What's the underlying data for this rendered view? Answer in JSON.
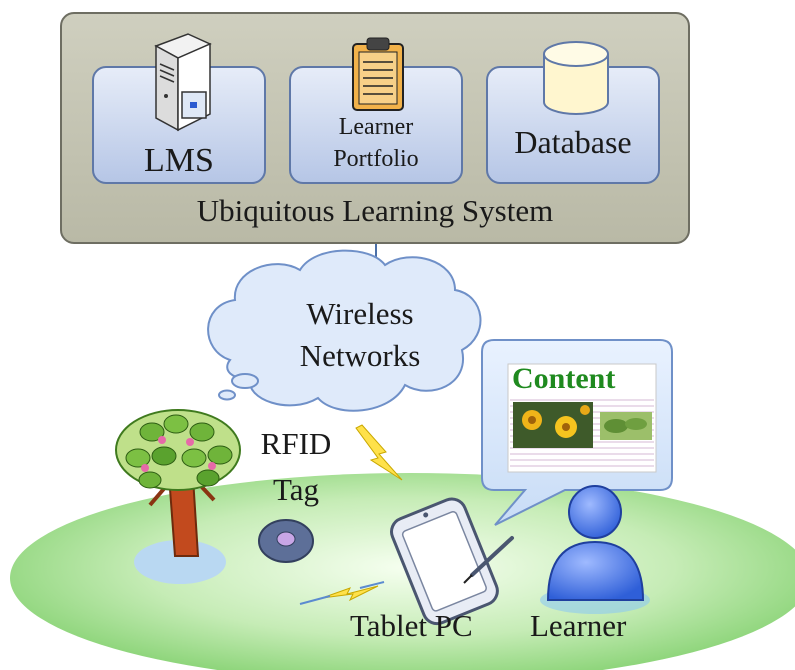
{
  "system": {
    "title": "Ubiquitous Learning System",
    "modules": [
      {
        "label": "LMS"
      },
      {
        "label_lines": [
          "Learner",
          "Portfolio"
        ]
      },
      {
        "label": "Database"
      }
    ]
  },
  "network": {
    "label_lines": [
      "Wireless",
      "Networks"
    ]
  },
  "rfid": {
    "label_lines": [
      "RFID",
      "Tag"
    ]
  },
  "device": {
    "label": "Tablet PC"
  },
  "learner": {
    "label": "Learner"
  },
  "content": {
    "title": "Content"
  },
  "colors": {
    "system_box": "#c4c4b2",
    "module_fill": "#c9d5ee",
    "cloud_fill": "#dde9f9",
    "ground": "#8fd678",
    "learner_person": "#3f6fe0",
    "content_title": "#1f8a1f",
    "lightning": "#ffe14a"
  },
  "icons": [
    "server-icon",
    "clipboard-icon",
    "database-icon",
    "tree-icon",
    "rfid-tag-icon",
    "tablet-icon",
    "person-icon"
  ]
}
